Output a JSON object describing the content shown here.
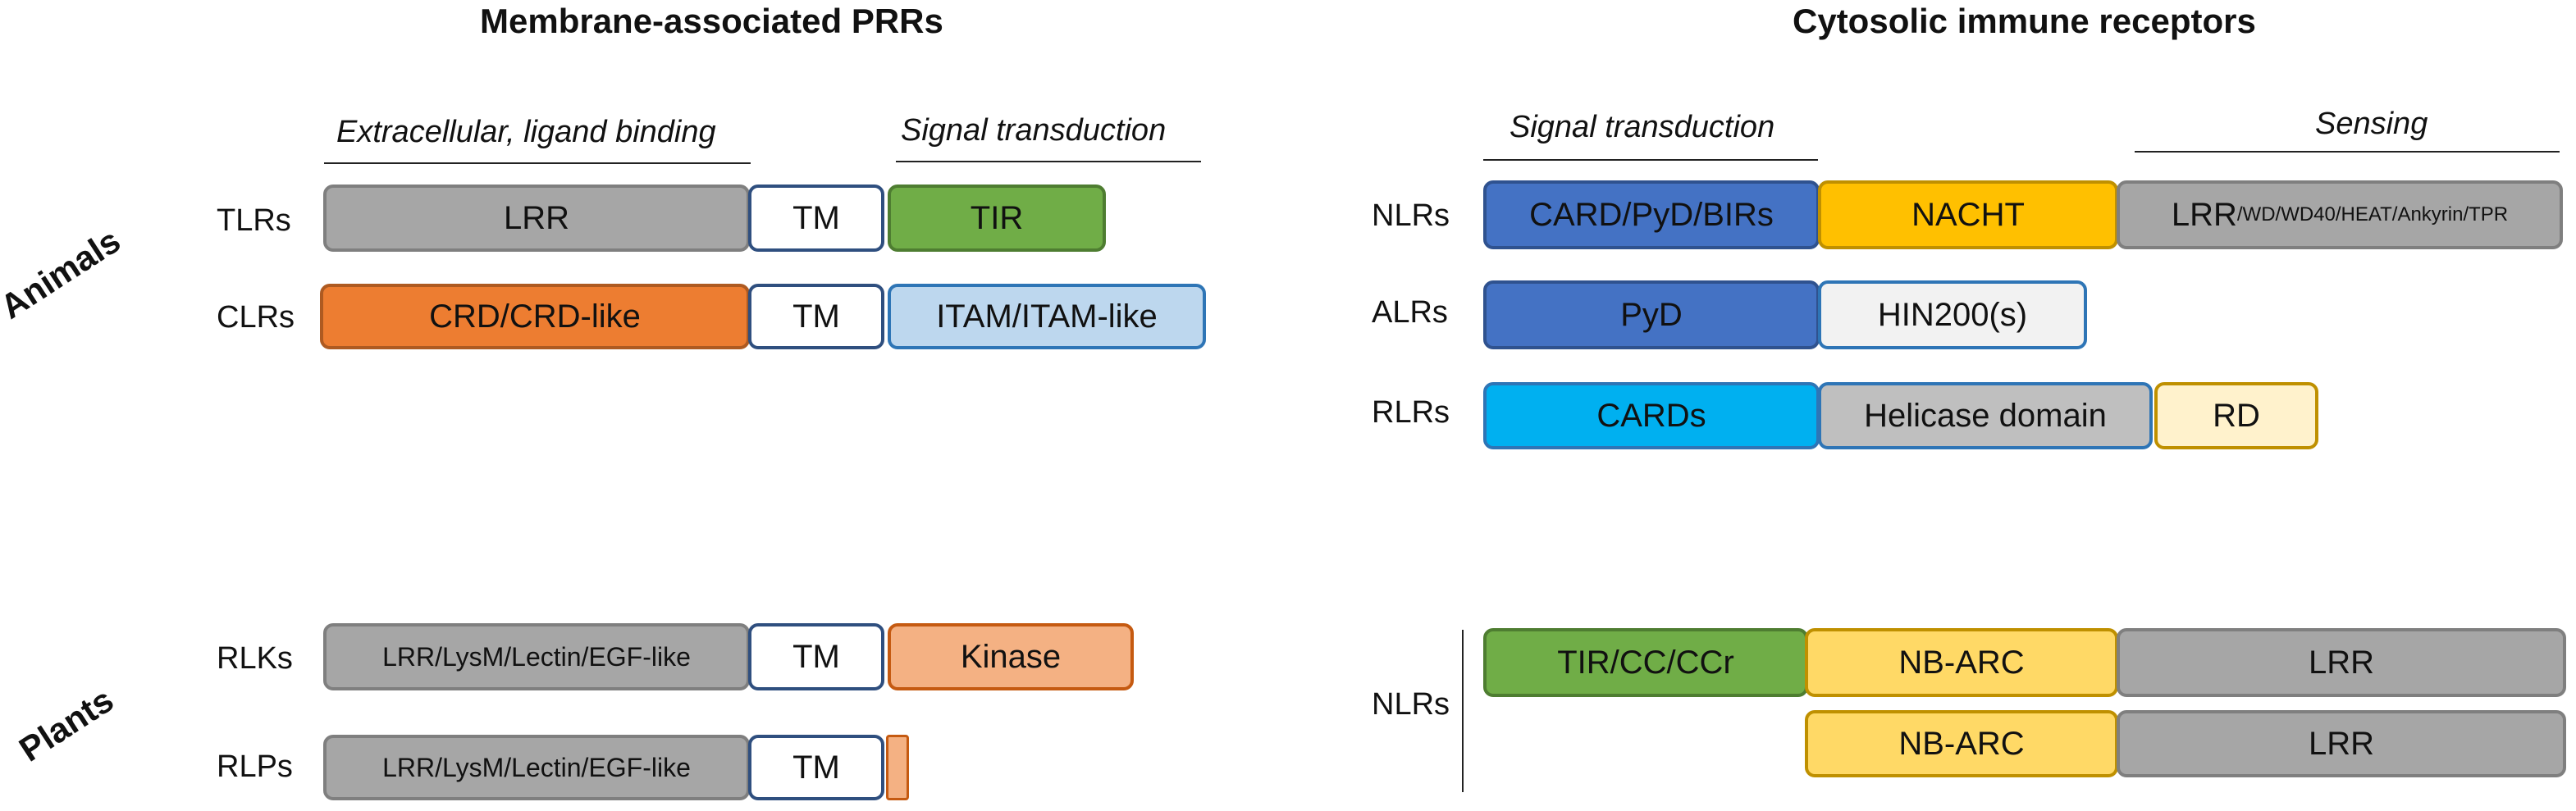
{
  "headings": {
    "left": "Membrane-associated PRRs",
    "right": "Cytosolic immune receptors"
  },
  "sections": {
    "extracellular": "Extracellular, ligand binding",
    "signal_left": "Signal transduction",
    "signal_right": "Signal transduction",
    "sensing": "Sensing"
  },
  "side_labels": {
    "animals": "Animals",
    "plants": "Plants"
  },
  "rows": {
    "tlrs": {
      "label": "TLRs",
      "lrr": "LRR",
      "tm": "TM",
      "tir": "TIR"
    },
    "clrs": {
      "label": "CLRs",
      "crd": "CRD/CRD-like",
      "tm": "TM",
      "itam": "ITAM/ITAM-like"
    },
    "nlrs_animal": {
      "label": "NLRs",
      "card": "CARD/PyD/BIRs",
      "nacht": "NACHT",
      "lrr_main": "LRR",
      "lrr_sub": "/WD/WD40/HEAT/Ankyrin/TPR"
    },
    "alrs": {
      "label": "ALRs",
      "pyd": "PyD",
      "hin": "HIN200(s)"
    },
    "rlrs": {
      "label": "RLRs",
      "cards": "CARDs",
      "helicase": "Helicase domain",
      "rd": "RD"
    },
    "rlks": {
      "label": "RLKs",
      "ecd": "LRR/LysM/Lectin/EGF-like",
      "tm": "TM",
      "kinase": "Kinase"
    },
    "rlps": {
      "label": "RLPs",
      "ecd": "LRR/LysM/Lectin/EGF-like",
      "tm": "TM"
    },
    "nlrs_plant": {
      "label": "NLRs",
      "tir": "TIR/CC/CCr",
      "nbarc1": "NB-ARC",
      "lrr1": "LRR",
      "nbarc2": "NB-ARC",
      "lrr2": "LRR"
    }
  },
  "colors": {
    "grey": "#a6a6a6",
    "green": "#70ad47",
    "orange": "#ed7d31",
    "light_blue": "#bdd7ee",
    "blue": "#4472c4",
    "yellow": "#ffc000",
    "cyan": "#00b0f0",
    "cream": "#fff2cc",
    "salmon": "#f4b183",
    "gold": "#ffd966"
  }
}
